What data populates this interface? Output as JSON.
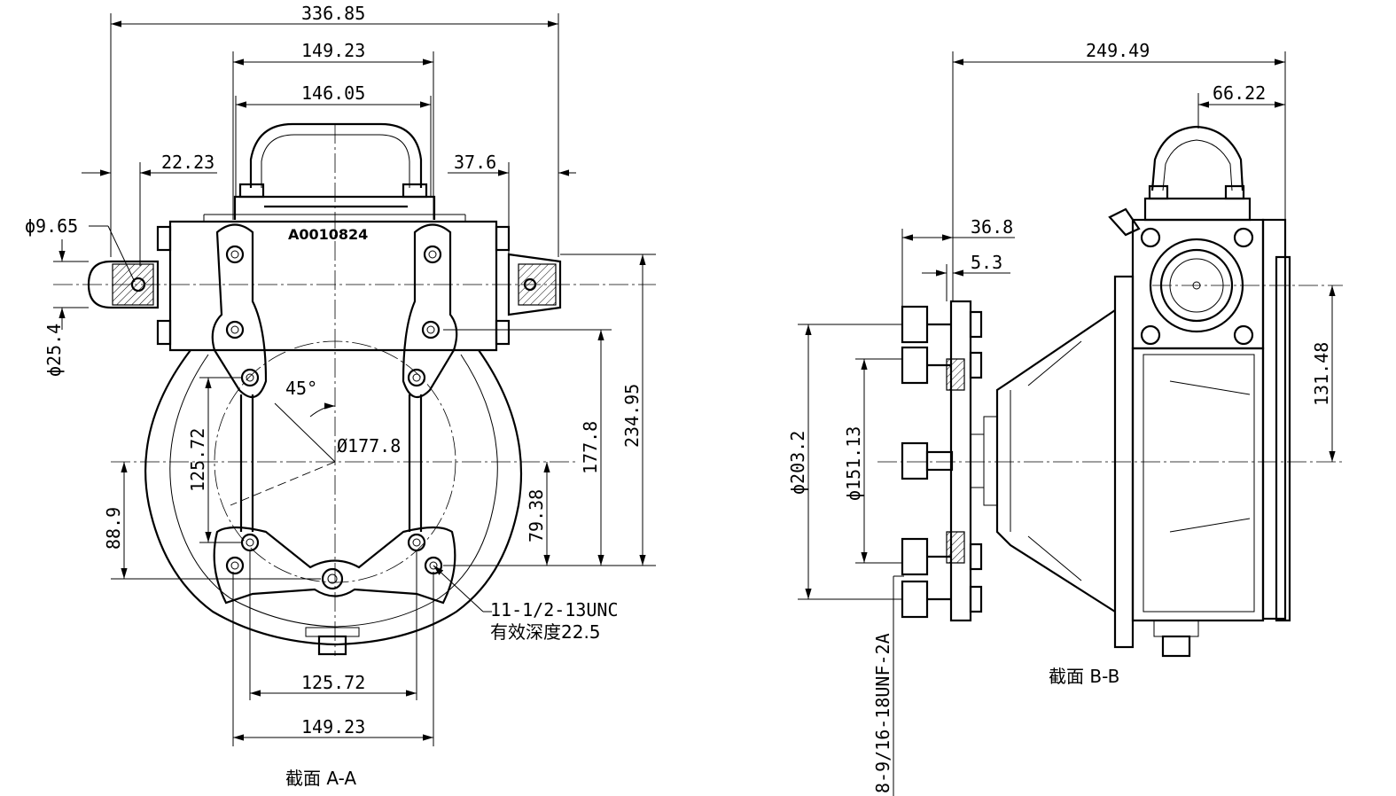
{
  "view_a": {
    "title": "截面 A-A",
    "part_no": "A0010824",
    "dims": {
      "overall_width": "336.85",
      "top_width": "149.23",
      "cover_width": "146.05",
      "left_shaft": "22.23",
      "right_shaft": "37.6",
      "shaft_bore": "ϕ9.65",
      "shaft_dia": "ϕ25.4",
      "bolt_circle": "Ø177.8",
      "angle": "45°",
      "hole_span_v": "125.72",
      "left_height": "88.9",
      "right_h1": "79.38",
      "right_h2": "177.8",
      "right_h3": "234.95",
      "bottom_inner": "125.72",
      "bottom_outer": "149.23"
    },
    "thread_note_1": "11-1/2-13UNC",
    "thread_note_2": "有效深度22.5"
  },
  "view_b": {
    "title": "截面 B-B",
    "dims": {
      "overall_width": "249.49",
      "right_offset": "66.22",
      "flange_offset": "36.8",
      "flange_thick": "5.3",
      "outer_dia": "ϕ203.2",
      "pilot_dia": "ϕ151.13",
      "center_height": "131.48"
    },
    "thread_note": "8-9/16-18UNF-2A"
  }
}
